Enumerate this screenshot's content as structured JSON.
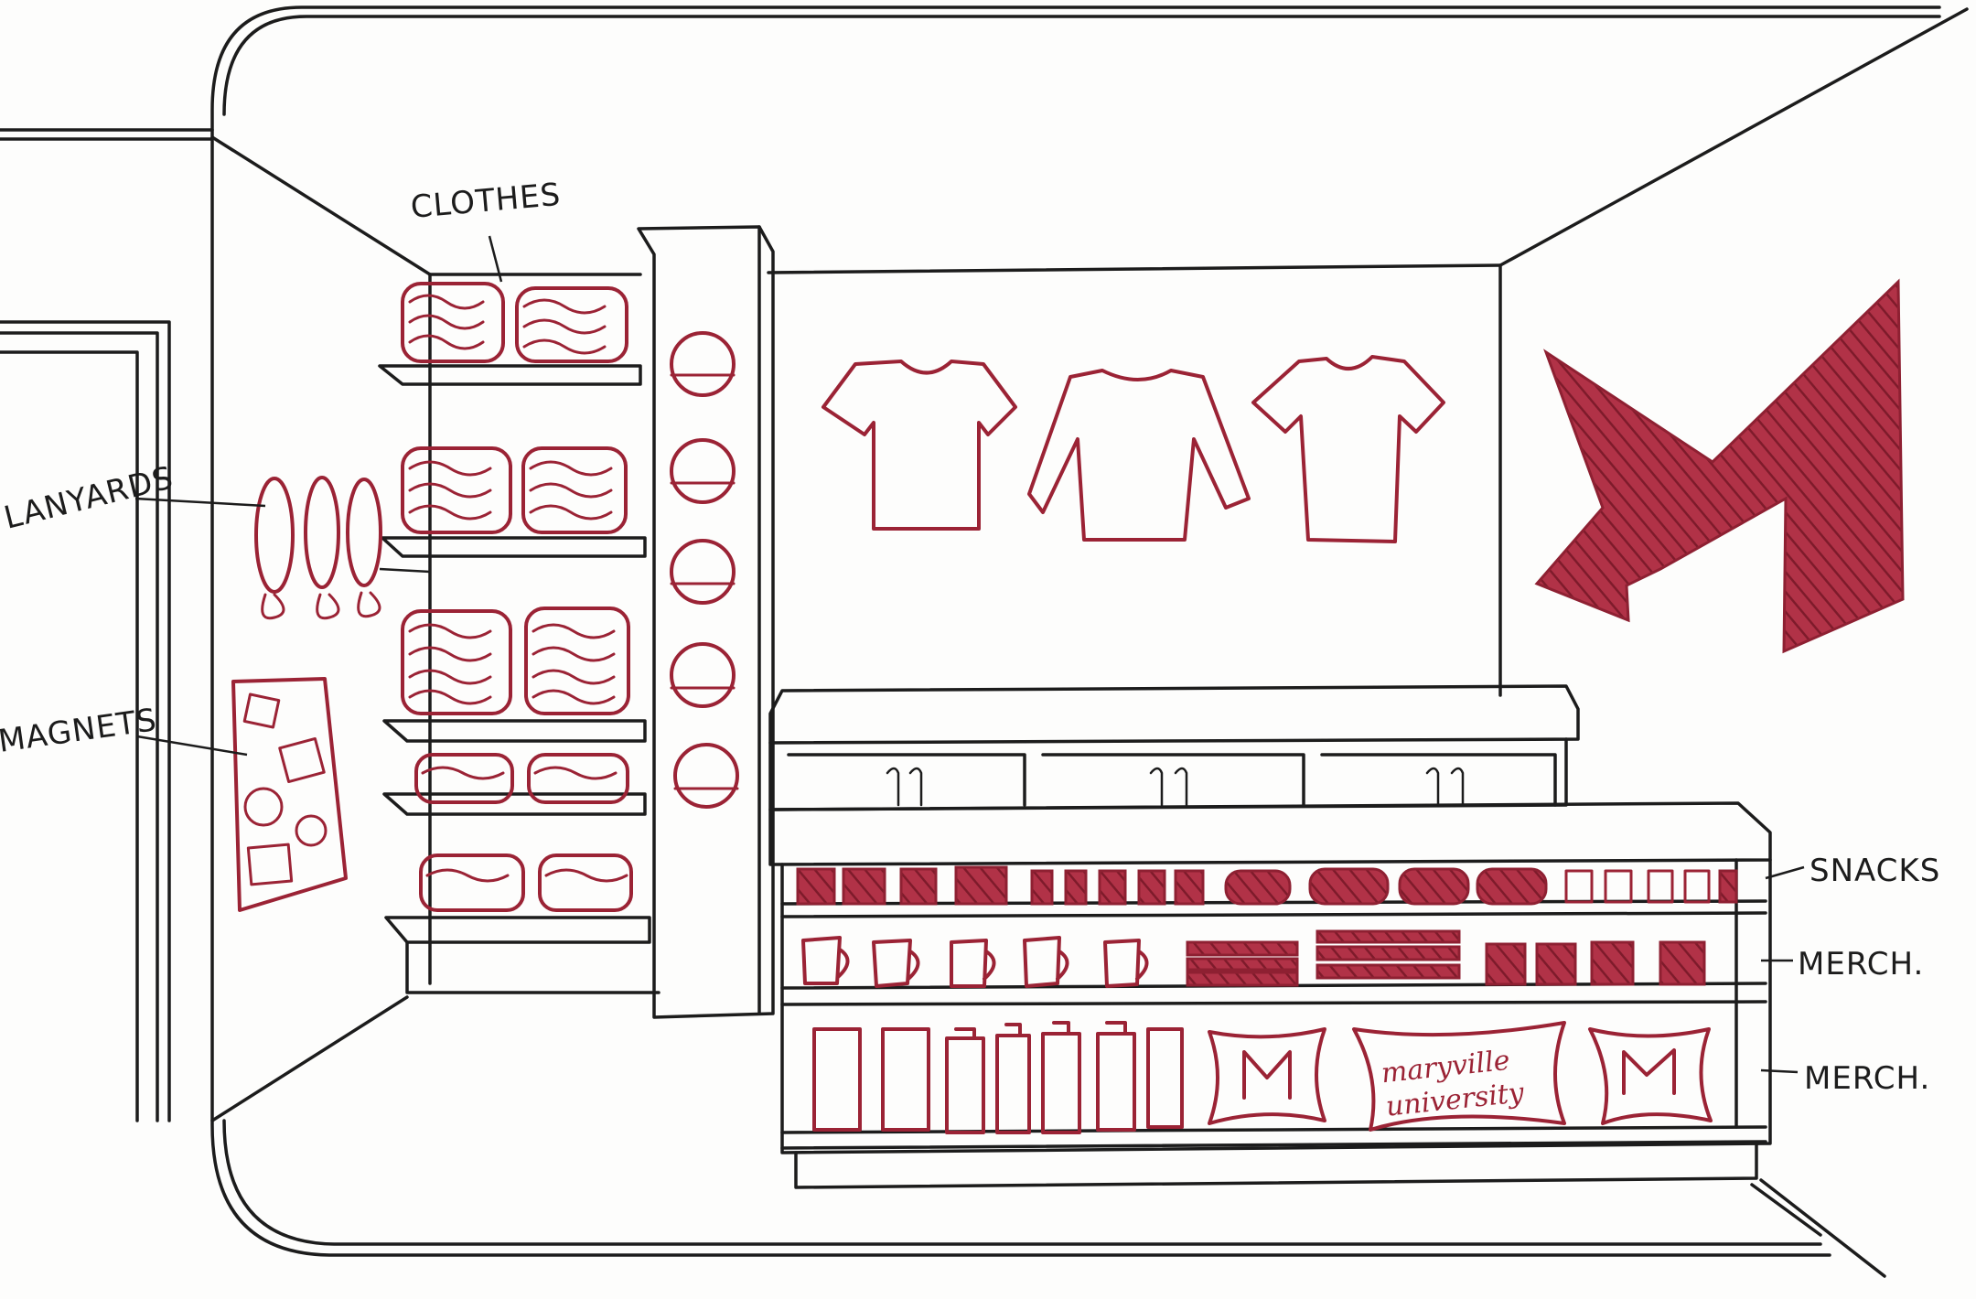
{
  "labels": {
    "clothes": "CLOTHES",
    "lanyards": "LANYARDS",
    "magnets": "MAGNETS",
    "snacks": "SNACKS",
    "merch_top": "MERCH.",
    "merch_bottom": "MERCH."
  },
  "pennant_text": {
    "line1": "maryville",
    "line2": "university"
  },
  "colors": {
    "ink": "#1c1c1c",
    "accent": "#9b2335",
    "paper": "#fdfdfc"
  }
}
